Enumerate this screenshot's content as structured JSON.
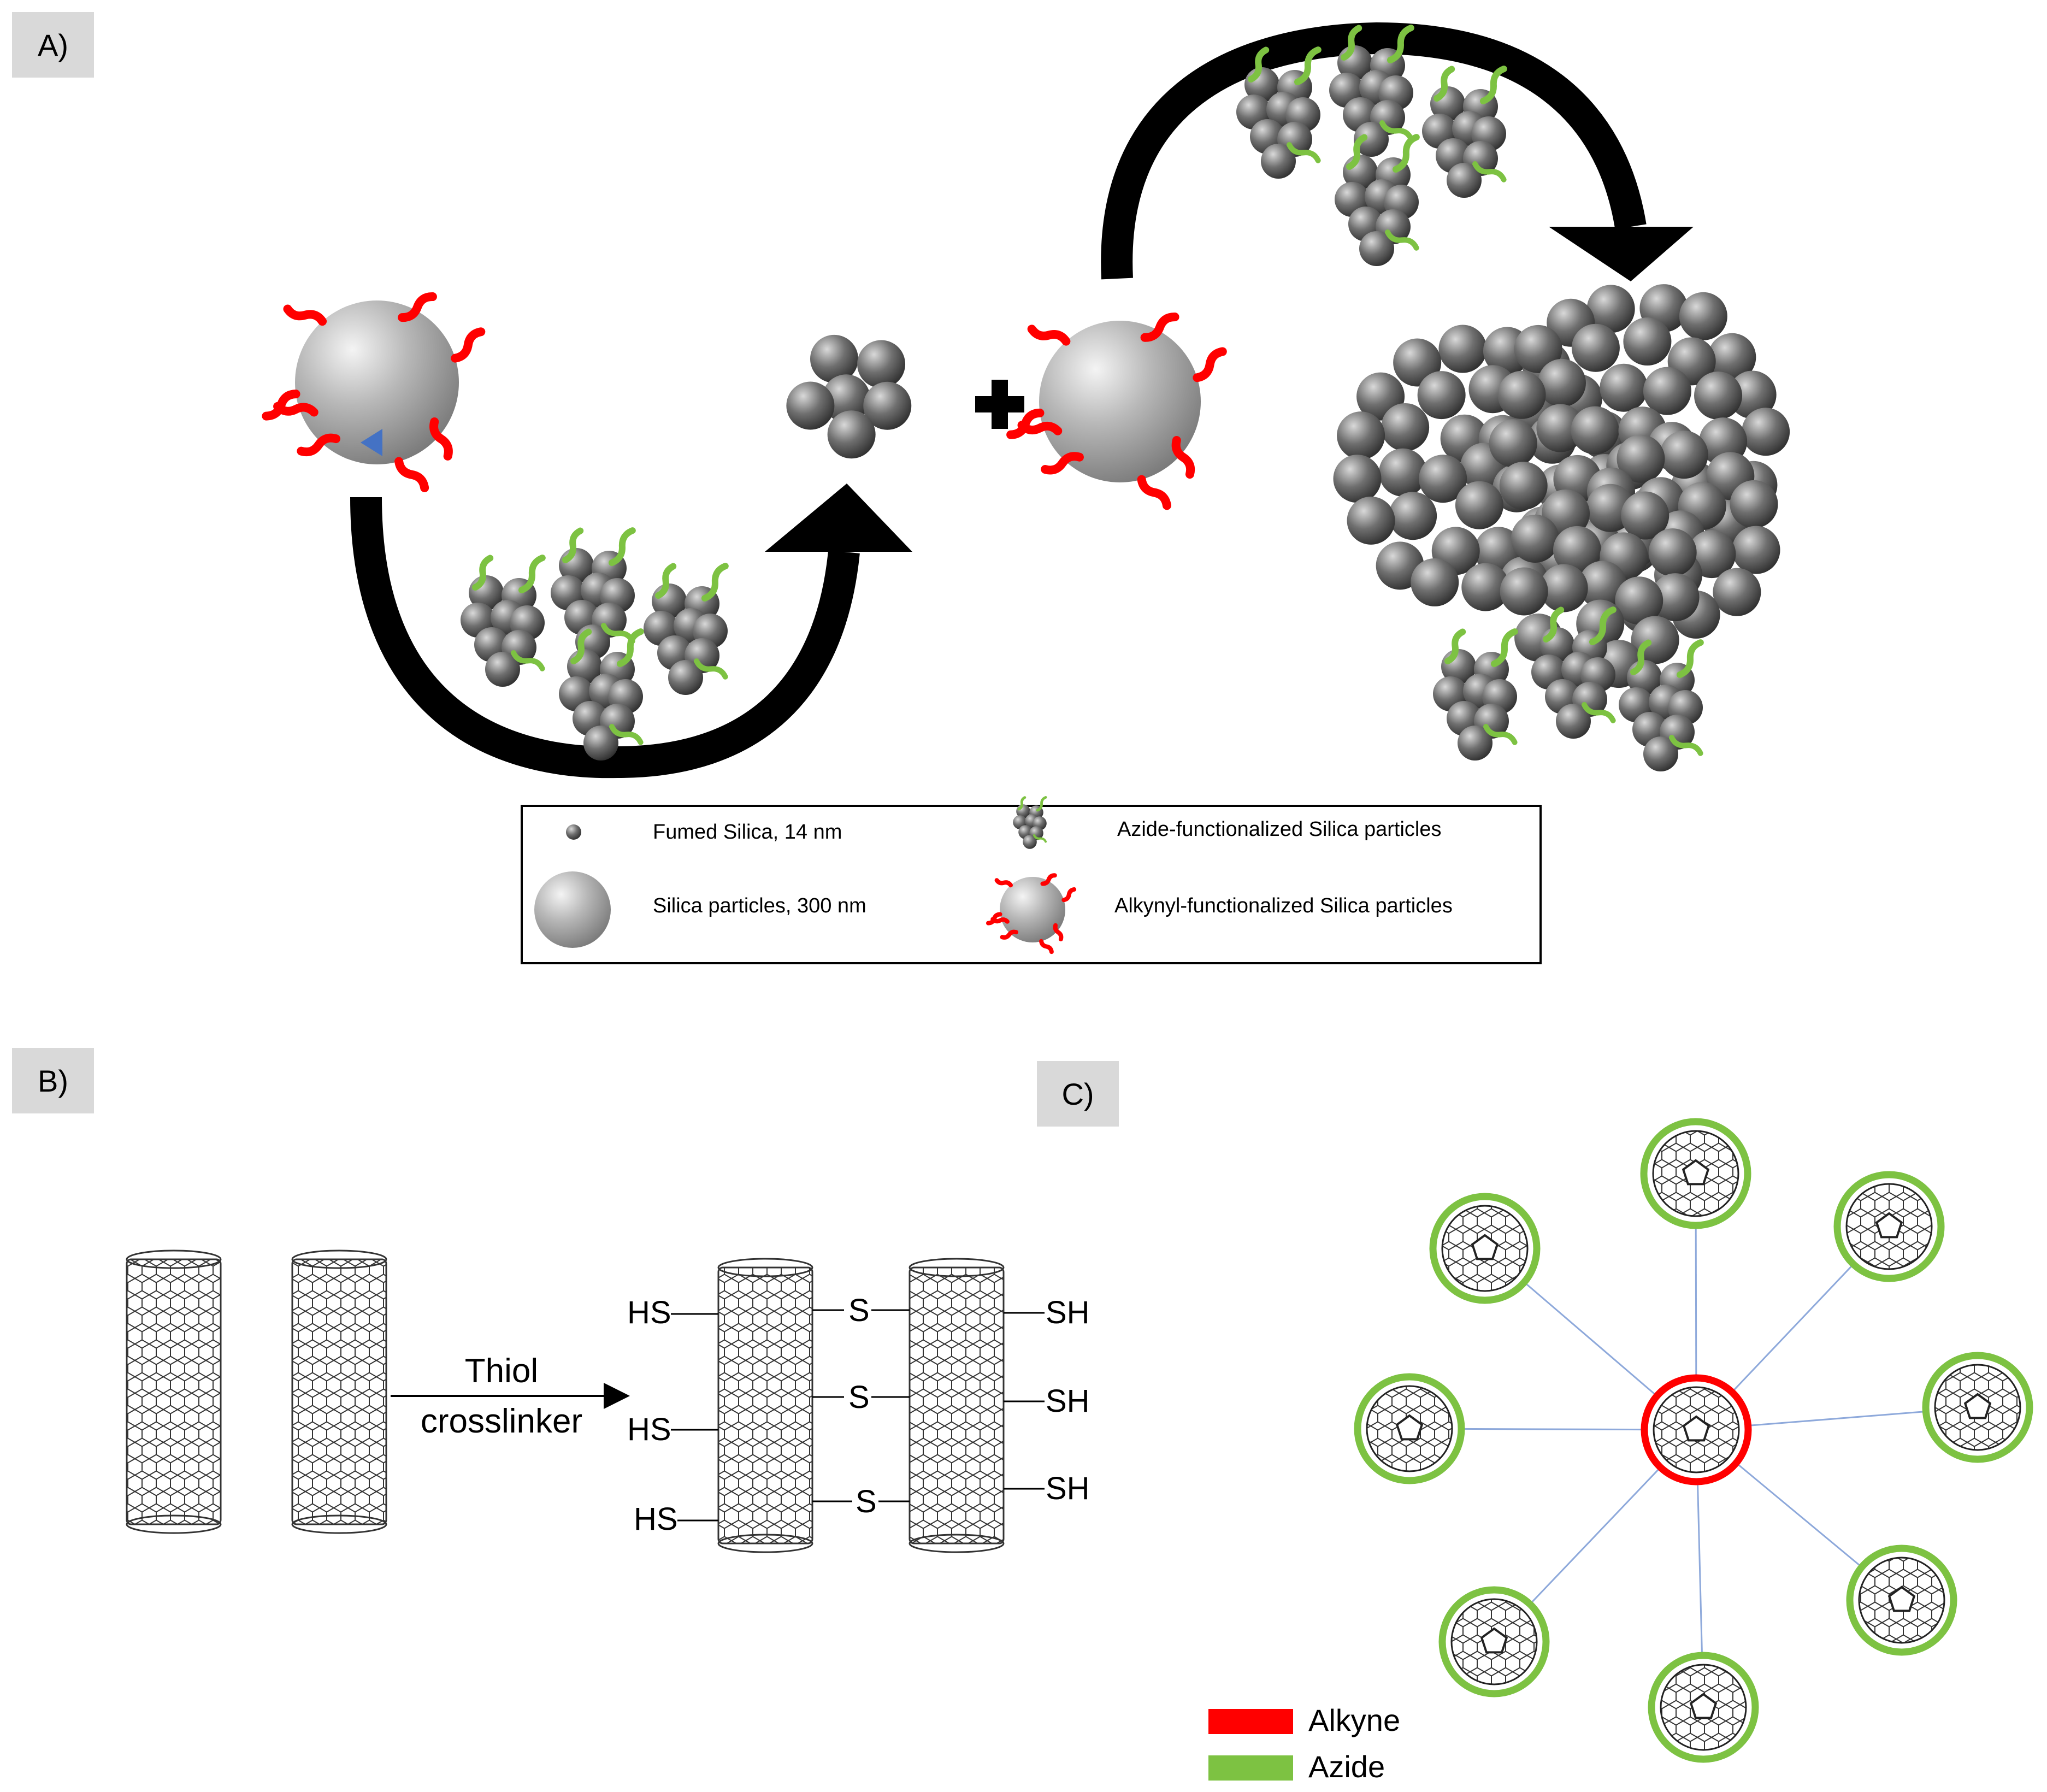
{
  "panels": {
    "a_label": "A)",
    "b_label": "B)",
    "c_label": "C)"
  },
  "legend_a": {
    "fumed": "Fumed Silica, 14 nm",
    "silica": "Silica particles, 300 nm",
    "azide": "Azide-functionalized Silica particles",
    "alkynyl": "Alkynyl-functionalized Silica particles"
  },
  "panel_b": {
    "arrow_line1": "Thiol",
    "arrow_line2": "crosslinker",
    "hs": "HS",
    "s": "S",
    "sh": "SH"
  },
  "legend_c": {
    "alkyne": "Alkyne",
    "azide": "Azide"
  },
  "colors": {
    "alkyne": "#ff0000",
    "azide": "#7dc242",
    "link": "#8ea9db",
    "grey_sphere": "#a6a6a6",
    "label_bg": "#d9d9d9"
  }
}
